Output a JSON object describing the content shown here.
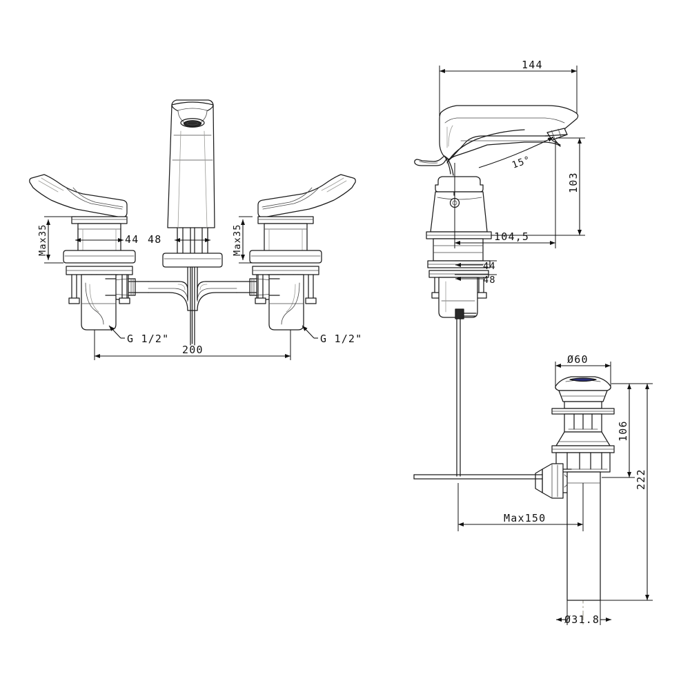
{
  "document": {
    "type": "technical-drawing",
    "subject": "Widespread basin faucet with pop-up drain assembly",
    "units": "mm",
    "background_color": "#ffffff",
    "line_color": "#1a1a1a"
  },
  "views": [
    {
      "id": "front-view",
      "name": "Front elevation - 3-hole widespread basin mixer",
      "title": ""
    },
    {
      "id": "side-view",
      "name": "Side elevation - single lever basin mixer",
      "title": ""
    },
    {
      "id": "drain-view",
      "name": "Pop-up drain assembly",
      "title": ""
    }
  ],
  "dimensions": {
    "front_view": [
      {
        "id": "front-max35-left",
        "label": "Max35",
        "orientation": "vertical",
        "view": "front-view"
      },
      {
        "id": "front-max35-right",
        "label": "Max35",
        "orientation": "vertical",
        "view": "front-view"
      },
      {
        "id": "front-44",
        "label": "44",
        "orientation": "horizontal",
        "view": "front-view"
      },
      {
        "id": "front-48",
        "label": "48",
        "orientation": "horizontal",
        "view": "front-view"
      },
      {
        "id": "front-200",
        "label": "200",
        "orientation": "horizontal",
        "view": "front-view"
      },
      {
        "id": "front-thread-left",
        "label": "G 1/2\"",
        "orientation": "leader",
        "view": "front-view"
      },
      {
        "id": "front-thread-right",
        "label": "G 1/2\"",
        "orientation": "leader",
        "view": "front-view"
      }
    ],
    "side_view": [
      {
        "id": "side-144",
        "label": "144",
        "orientation": "horizontal",
        "view": "side-view"
      },
      {
        "id": "side-103",
        "label": "103",
        "orientation": "vertical",
        "view": "side-view"
      },
      {
        "id": "side-1045",
        "label": "104,5",
        "orientation": "horizontal",
        "view": "side-view"
      },
      {
        "id": "side-15deg",
        "label": "15°",
        "orientation": "angle",
        "view": "side-view"
      },
      {
        "id": "side-44",
        "label": "44",
        "orientation": "horizontal",
        "view": "side-view"
      },
      {
        "id": "side-48",
        "label": "48",
        "orientation": "horizontal",
        "view": "side-view"
      }
    ],
    "drain_view": [
      {
        "id": "drain-d60",
        "label": "Ø60",
        "orientation": "horizontal",
        "view": "drain-view"
      },
      {
        "id": "drain-106",
        "label": "106",
        "orientation": "vertical",
        "view": "drain-view"
      },
      {
        "id": "drain-222",
        "label": "222",
        "orientation": "vertical",
        "view": "drain-view"
      },
      {
        "id": "drain-max150",
        "label": "Max150",
        "orientation": "horizontal",
        "view": "drain-view"
      },
      {
        "id": "drain-d318",
        "label": "Ø31.8",
        "orientation": "horizontal",
        "view": "drain-view"
      }
    ]
  },
  "labels": {
    "max35_left": "Max35",
    "max35_right": "Max35",
    "d44_front": "44",
    "d48_front": "48",
    "d200": "200",
    "thread_left": "G 1/2\"",
    "thread_right": "G 1/2\"",
    "d144": "144",
    "d103": "103",
    "d1045": "104,5",
    "angle15": "15°",
    "d44_side": "44",
    "d48_side": "48",
    "d60": "Ø60",
    "d106": "106",
    "d222": "222",
    "max150": "Max150",
    "d318": "Ø31.8"
  }
}
